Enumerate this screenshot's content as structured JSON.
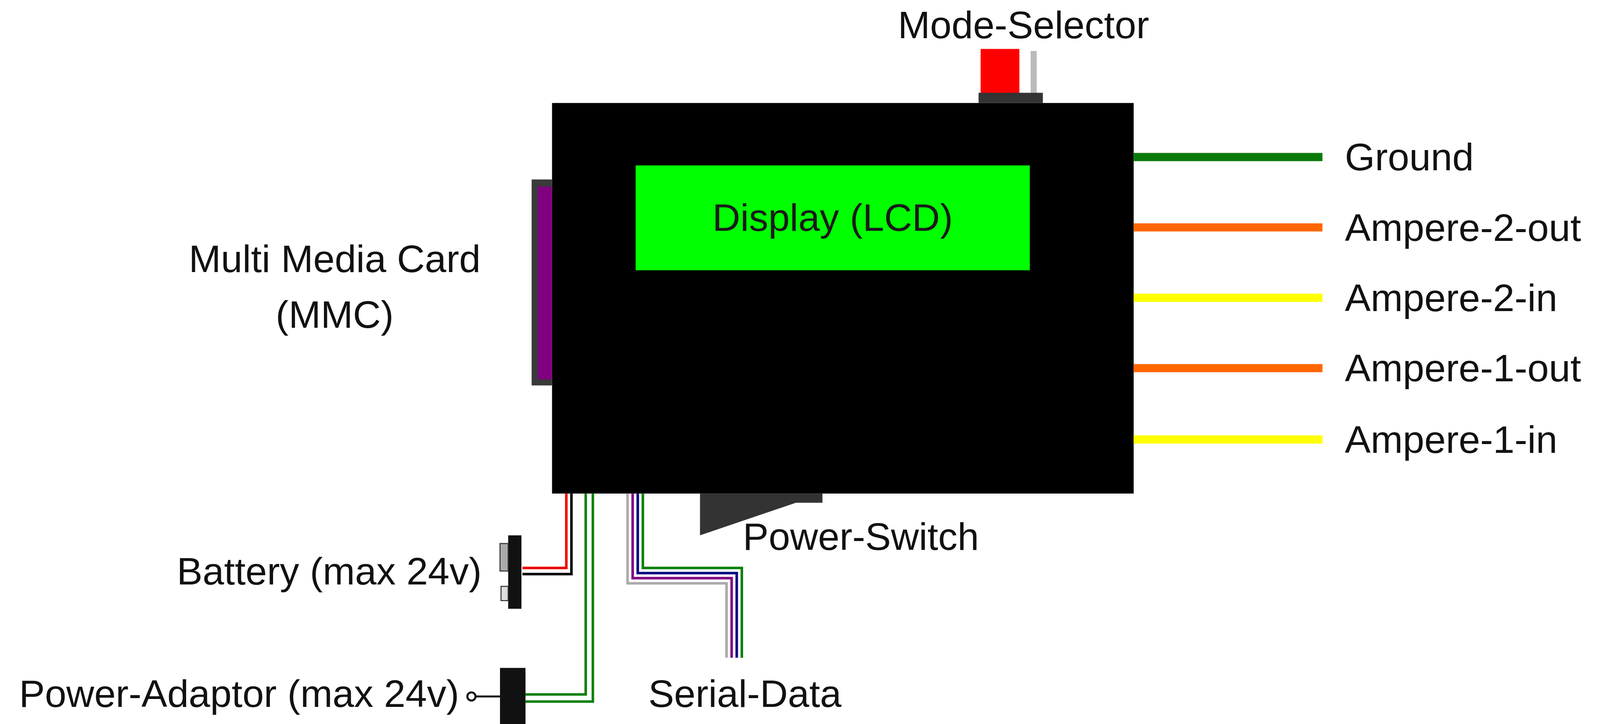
{
  "diagram": {
    "nodes": [
      {
        "text": [
          "Display (LCD)"
        ]
      }
    ],
    "labels": [
      "Mode-Selector",
      "Multi Media Card (MMC)",
      "Ground",
      "Ampere-2-out",
      "Ampere-2-in",
      "Ampere-1-out",
      "Ampere-1-in",
      "Battery (max 24v)",
      "Power-Switch",
      "Power-Adaptor (max 24v)",
      "Serial-Data"
    ]
  }
}
